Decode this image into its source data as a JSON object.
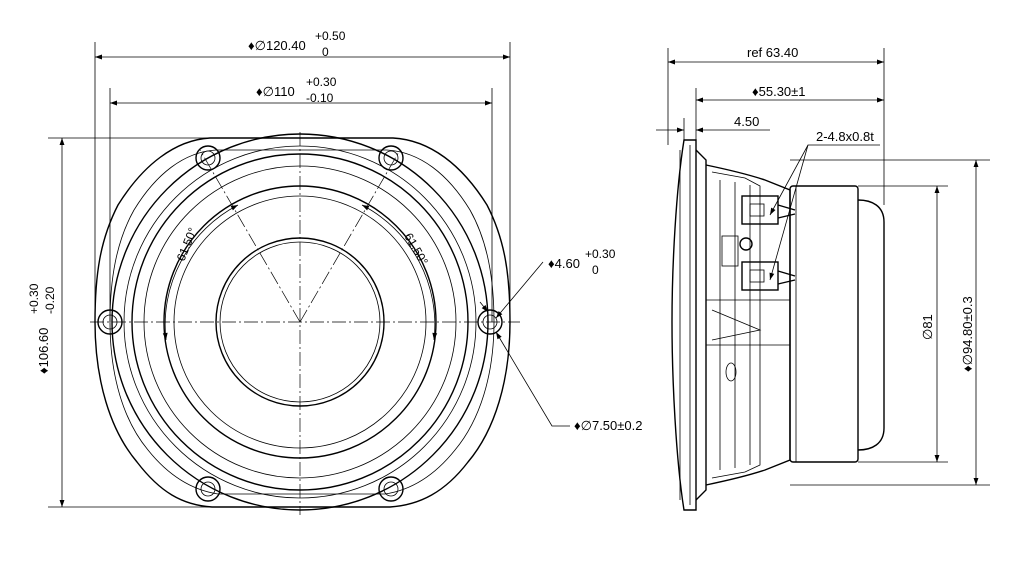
{
  "front_view": {
    "flange_diameter": {
      "prefix": "♦∅120.40",
      "tol_upper": "+0.50",
      "tol_lower": "0"
    },
    "inner_diameter": {
      "prefix": "♦∅110",
      "tol_upper": "+0.30",
      "tol_lower": "-0.10"
    },
    "height": {
      "prefix": "♦106.60",
      "tol_upper": "+0.30",
      "tol_lower": "-0.20"
    },
    "angle_left": "61.50°",
    "angle_right": "61.50°",
    "slot_width": {
      "prefix": "♦4.60",
      "tol_upper": "+0.30",
      "tol_lower": "0"
    },
    "hole_diameter": "♦∅7.50±0.2"
  },
  "side_view": {
    "overall_depth": "ref 63.40",
    "magnet_depth": "♦55.30±1",
    "flange_thickness": "4.50",
    "terminals": "2-4.8x0.8t",
    "magnet_diameter": "∅81",
    "basket_diameter": "♦∅94.80±0.3"
  }
}
